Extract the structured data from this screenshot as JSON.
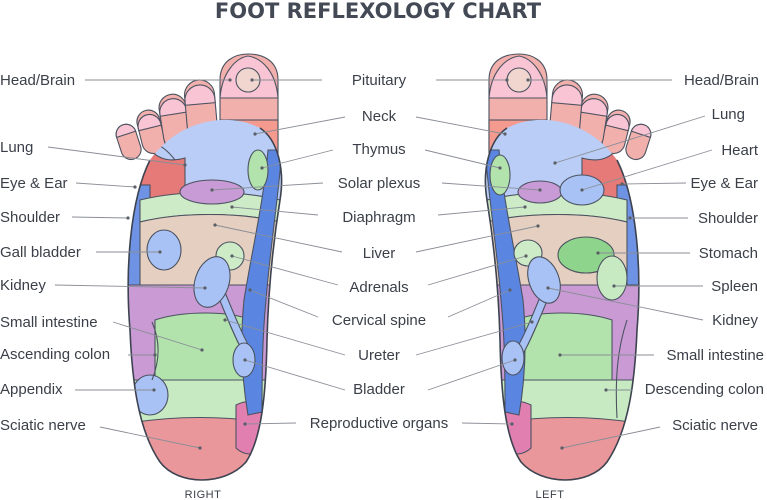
{
  "title": "FOOT REFLEXOLOGY CHART",
  "feet": {
    "right": "RIGHT",
    "left": "LEFT"
  },
  "labels": {
    "head_brain_right": "Head/Brain",
    "lung_right": "Lung",
    "eye_ear_right": "Eye & Ear",
    "shoulder_right": "Shoulder",
    "gall_bladder": "Gall bladder",
    "kidney_right": "Kidney",
    "small_intestine_right": "Small intestine",
    "ascending_colon": "Ascending colon",
    "appendix": "Appendix",
    "sciatic_nerve_right": "Sciatic nerve",
    "pituitary": "Pituitary",
    "neck": "Neck",
    "thymus": "Thymus",
    "solar_plexus": "Solar plexus",
    "diaphragm": "Diaphragm",
    "liver": "Liver",
    "adrenals": "Adrenals",
    "cervical_spine": "Cervical spine",
    "ureter": "Ureter",
    "bladder": "Bladder",
    "reproductive_organs": "Reproductive organs",
    "head_brain_left": "Head/Brain",
    "lung_left": "Lung",
    "heart": "Heart",
    "eye_ear_left": "Eye & Ear",
    "shoulder_left": "Shoulder",
    "stomach": "Stomach",
    "spleen": "Spleen",
    "kidney_left": "Kidney",
    "small_intestine_left": "Small intestine",
    "descending_colon": "Descending colon",
    "sciatic_nerve_left": "Sciatic nerve"
  },
  "colors": {
    "toe_pink": "#f9c4d4",
    "toe_salmon": "#f2b0ad",
    "neck": "#f59a8f",
    "pituitary": "#f0d6cf",
    "eye_ear": "#e57a78",
    "lung": "#b9cdf6",
    "blue_zone": "#6f93e4",
    "spine": "#5a86e2",
    "diaphragm": "#cdebc7",
    "liver": "#e4cfc0",
    "green_zone": "#b2e3ad",
    "stomach": "#8fd48c",
    "purple_zone": "#c99ad4",
    "kidney_blue": "#a9c2f5",
    "heel_light_green": "#c7eac3",
    "heel": "#ea979b",
    "sciatic": "#e07fb0",
    "solar_plexus": "#c89ad6",
    "gall_bladder": "#a9c2f5"
  }
}
